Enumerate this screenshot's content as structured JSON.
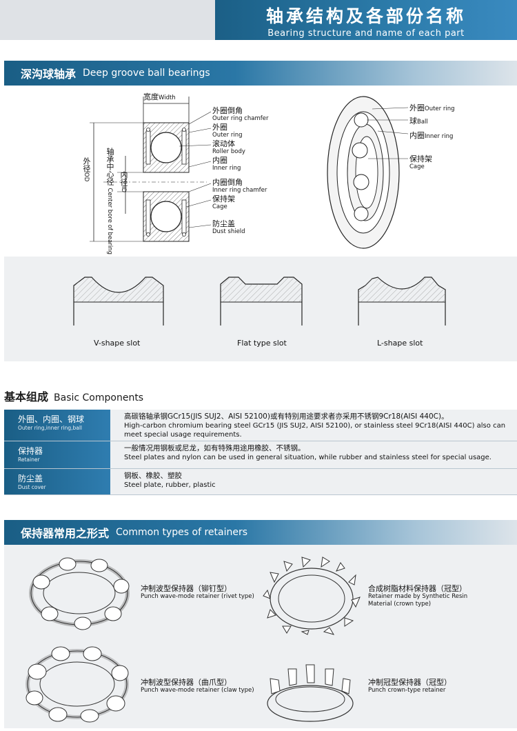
{
  "header": {
    "title_cn": "轴承结构及各部份名称",
    "title_en": "Bearing structure and name of each part"
  },
  "deep_groove": {
    "title_cn": "深沟球轴承",
    "title_en": "Deep groove ball bearings",
    "labels": {
      "width_cn": "宽度",
      "width_en": "Width",
      "outer_diameter_cn": "外径",
      "outer_diameter_en": "OD",
      "center_bore_cn": "轴承中心径",
      "center_bore_en": "Center bore of bearing",
      "inner_diameter_cn": "内径",
      "inner_diameter_en": "ID"
    },
    "parts_left": [
      {
        "cn": "外圈倒角",
        "en": "Outer ring chamfer"
      },
      {
        "cn": "外圈",
        "en": "Outer ring"
      },
      {
        "cn": "滚动体",
        "en": "Roller body"
      },
      {
        "cn": "内圈",
        "en": "Inner ring"
      },
      {
        "cn": "内圈倒角",
        "en": "Inner ring chamfer"
      },
      {
        "cn": "保持架",
        "en": "Cage"
      },
      {
        "cn": "防尘盖",
        "en": "Dust shield"
      }
    ],
    "parts_right": [
      {
        "cn": "外圈",
        "en": "Outer ring"
      },
      {
        "cn": "球",
        "en": "Ball"
      },
      {
        "cn": "内圈",
        "en": "Inner ring"
      },
      {
        "cn": "保持架",
        "en": "Cage"
      }
    ],
    "slots": [
      "V-shape slot",
      "Flat type slot",
      "L-shape slot"
    ]
  },
  "basic": {
    "title_cn": "基本组成",
    "title_en": "Basic Components",
    "rows": [
      {
        "key_cn": "外圈、内圈、钢球",
        "key_en": "Outer ring,inner ring,ball",
        "val_cn": "高碳铬轴承钢GCr15(JIS SUJ2、AISI 52100)或有特别用途要求者亦采用不锈钢9Cr18(AISI 440C)。",
        "val_en": "High-carbon chromium bearing steel GCr15 (JIS SUJ2, AISI 52100), or stainless steel 9Cr18(AISI 440C) also can meet special usage requirements."
      },
      {
        "key_cn": "保持器",
        "key_en": "Retainer",
        "val_cn": "一般情况用钢板或尼龙，如有特殊用途用橡胶、不锈钢。",
        "val_en": "Steel plates and nylon can be used in general situation, while rubber and stainless steel for special usage."
      },
      {
        "key_cn": "防尘盖",
        "key_en": "Dust cover",
        "val_cn": "钢板、橡胶、塑胶",
        "val_en": "Steel plate, rubber, plastic"
      }
    ]
  },
  "retainers": {
    "title_cn": "保持器常用之形式",
    "title_en": "Common types of retainers",
    "items": [
      {
        "cn": "冲制波型保持器（铆钉型）",
        "en": "Punch wave-mode retainer (rivet type)"
      },
      {
        "cn": "合成树脂材料保持器（冠型）",
        "en": "Retainer made by Synthetic Resin Material (crown type)"
      },
      {
        "cn": "冲制波型保持器（曲爪型）",
        "en": "Punch wave-mode retainer (claw type)"
      },
      {
        "cn": "冲制冠型保持器（冠型）",
        "en": "Punch crown-type retainer"
      }
    ]
  },
  "colors": {
    "brand_blue": "#1b5f86",
    "panel_gray": "#eef0f2"
  }
}
